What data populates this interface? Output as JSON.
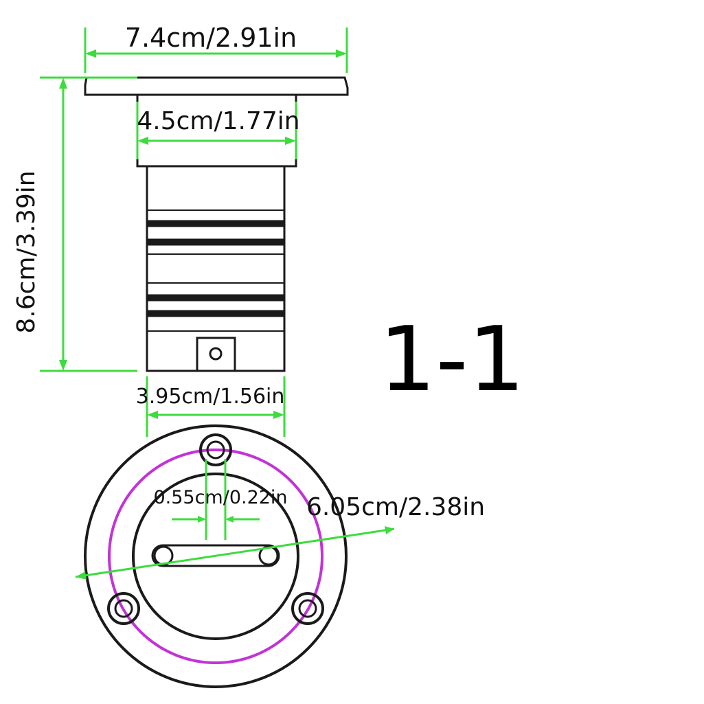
{
  "dimensions": {
    "flange_width": "7.4cm/2.91in",
    "neck_width": "4.5cm/1.77in",
    "height": "8.6cm/3.39in",
    "body_width": "3.95cm/1.56in",
    "hole_diameter": "0.55cm/0.22in",
    "outer_diameter": "6.05cm/2.38in"
  },
  "figure_label": "1-1",
  "colors": {
    "outline": "#1a1a1a",
    "dimension": "#3ddc3d",
    "bolt_circle": "#c233d6",
    "text": "#111111"
  }
}
